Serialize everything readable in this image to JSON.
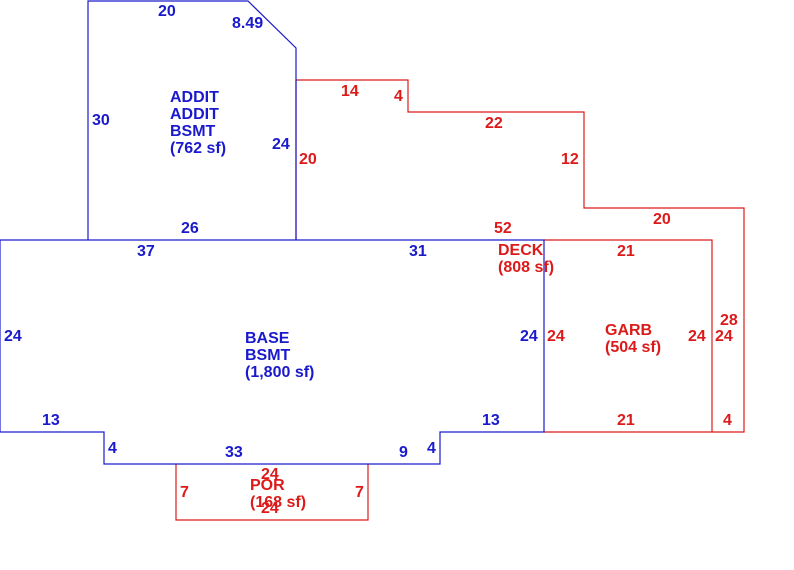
{
  "colors": {
    "main": "#1a1acc",
    "secondary": "#dd1a1a"
  },
  "areas": {
    "addit": {
      "line1": "ADDIT",
      "line2": "ADDIT",
      "line3": "BSMT",
      "size": "(762 sf)"
    },
    "base": {
      "line1": "BASE",
      "line2": "BSMT",
      "size": "(1,800 sf)"
    },
    "deck": {
      "line1": "DECK",
      "size": "(808 sf)"
    },
    "garb": {
      "line1": "GARB",
      "size": "(504 sf)"
    },
    "por": {
      "line1": "POR",
      "size": "(168 sf)"
    }
  },
  "dims": {
    "addit_top": "20",
    "addit_diag": "8.49",
    "addit_left": "30",
    "addit_right": "24",
    "addit_bottom": "26",
    "deck_14": "14",
    "deck_4": "4",
    "deck_22": "22",
    "deck_12": "12",
    "deck_20_left": "20",
    "deck_20_right": "20",
    "deck_52": "52",
    "base_37": "37",
    "base_31": "31",
    "base_left": "24",
    "base_right": "24",
    "base_13_left": "13",
    "base_13_right": "13",
    "base_4_left": "4",
    "base_4_right": "4",
    "base_33": "33",
    "base_9": "9",
    "garb_21_top": "21",
    "garb_21_bottom": "21",
    "garb_24_left": "24",
    "garb_24_right": "24",
    "deck_28": "28",
    "deck_24_right": "24",
    "deck_4_bottom": "4",
    "por_24_top": "24",
    "por_24_bottom": "24",
    "por_7_left": "7",
    "por_7_right": "7"
  }
}
